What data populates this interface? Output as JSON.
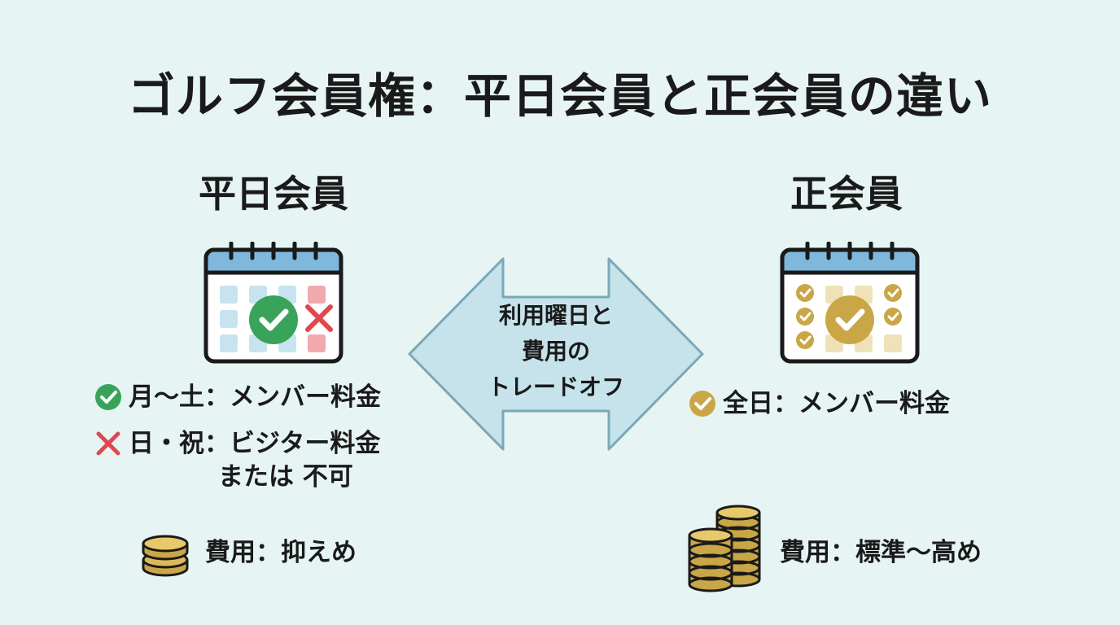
{
  "title": "ゴルフ会員権：平日会員と正会員の違い",
  "left": {
    "heading": "平日会員",
    "rules": [
      {
        "icon": "check-icon",
        "text": "月〜土：メンバー料金"
      },
      {
        "icon": "cross-icon",
        "text": "日・祝：ビジター料金"
      }
    ],
    "rule_note": "または 不可",
    "cost": "費用：抑えめ"
  },
  "center": {
    "lines": [
      "利用曜日と",
      "費用の",
      "トレードオフ"
    ]
  },
  "right": {
    "heading": "正会員",
    "rules": [
      {
        "icon": "check-icon",
        "text": "全日：メンバー料金"
      }
    ],
    "cost": "費用：標準〜高め"
  },
  "colors": {
    "background": "#e6f4f3",
    "calendar_header": "#7fb8dc",
    "weekday_cell": "#c7e3f0",
    "holiday_cell": "#f2a9ad",
    "check_green": "#3aa35a",
    "cross_red": "#e0484e",
    "gold": "#c9a646",
    "gold_light": "#f0e2b8",
    "arrow_fill": "#c6e2ea"
  }
}
